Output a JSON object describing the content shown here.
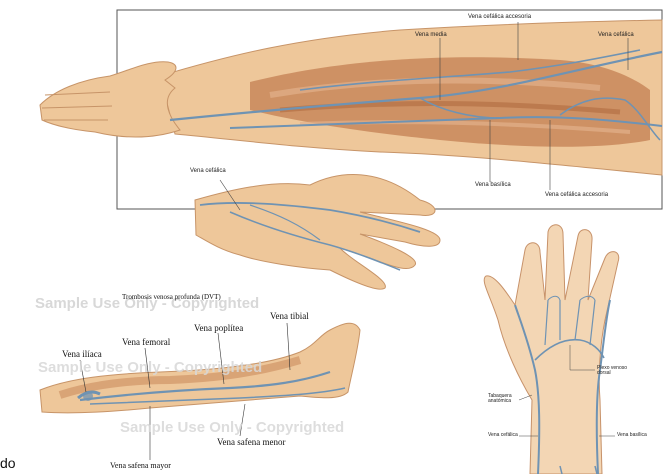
{
  "arm_panel": {
    "labels": {
      "vena_cefalica_accesoria": "Vena cefálica accesoria",
      "vena_media": "Vena media",
      "vena_cefalica": "Vena cefálica",
      "vena_basilica": "Vena basílica",
      "vena_cefalica_accesoria_2": "Vena cefálica accesoria"
    }
  },
  "hand_panel": {
    "labels": {
      "vena_cefalica": "Vena cefálica"
    }
  },
  "leg_panel": {
    "title": "Trombosis venosa profunda (DVT)",
    "labels": {
      "vena_iliaca": "Vena ilíaca",
      "vena_femoral": "Vena femoral",
      "vena_poplitea": "Vena poplítea",
      "vena_tibial": "Vena tibial",
      "vena_safena_menor": "Vena safena menor",
      "vena_safena_mayor": "Vena safena mayor"
    },
    "watermark": "Sample Use Only - Copyrighted"
  },
  "dorsal_hand_panel": {
    "labels": {
      "plexo_venoso_dorsal": "Plexo venoso dorsal",
      "tabaquera_anatomica": "Tabaquera anatómica",
      "vena_cefalica": "Vena cefálica",
      "vena_basilica": "Vena basílica"
    }
  },
  "corner_text": "do",
  "colors": {
    "skin": "#eec79a",
    "skin_shadow": "#d9a472",
    "muscle": "#c8875a",
    "vein": "#6f93b3",
    "frame": "#555555",
    "dorsal_skin": "#f3d6b4"
  }
}
